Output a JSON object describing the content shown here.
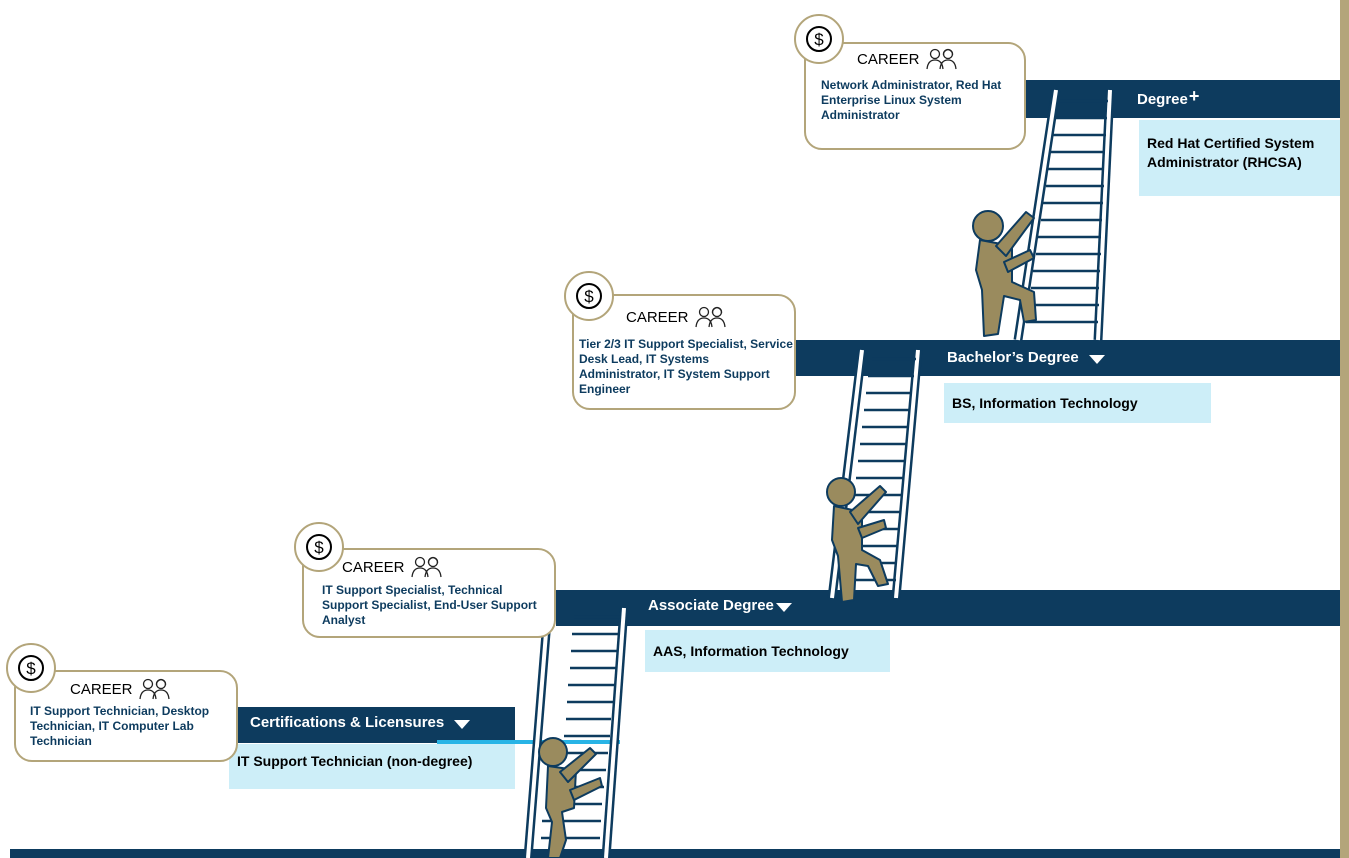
{
  "levels": {
    "degree_plus": {
      "label": "Degree",
      "label_suffix": "+",
      "credential": "Red Hat Certified System Administrator (RHCSA)",
      "career": {
        "heading": "CAREER",
        "roles": "Network Administrator, Red Hat Enterprise Linux System Administrator"
      }
    },
    "bachelors": {
      "label": "Bachelor’s Degree",
      "credential": "BS, Information Technology",
      "career": {
        "heading": "CAREER",
        "roles": "Tier 2/3 IT Support Specialist, Service Desk Lead, IT Systems Administrator, IT System Support Engineer"
      }
    },
    "associate": {
      "label": "Associate Degree",
      "credential": "AAS, Information Technology",
      "career": {
        "heading": "CAREER",
        "roles": "IT Support Specialist, Technical Support Specialist, End-User Support Analyst"
      }
    },
    "certifications": {
      "label": "Certifications & Licensures",
      "credential": "IT Support Technician (non-degree)",
      "career": {
        "heading": "CAREER",
        "roles": "IT Support Technician, Desktop Technician, IT Computer Lab Technician"
      }
    }
  },
  "icons": {
    "coin": "dollar-coin-icon",
    "people": "two-people-icon",
    "ladder": "ladder-icon",
    "climber": "climbing-person-icon",
    "expand": "triangle-down-icon"
  },
  "colors": {
    "navy": "#0d3b5e",
    "gold": "#b3a57a",
    "light_blue": "#cdeef8",
    "connector": "#28b4e6"
  }
}
